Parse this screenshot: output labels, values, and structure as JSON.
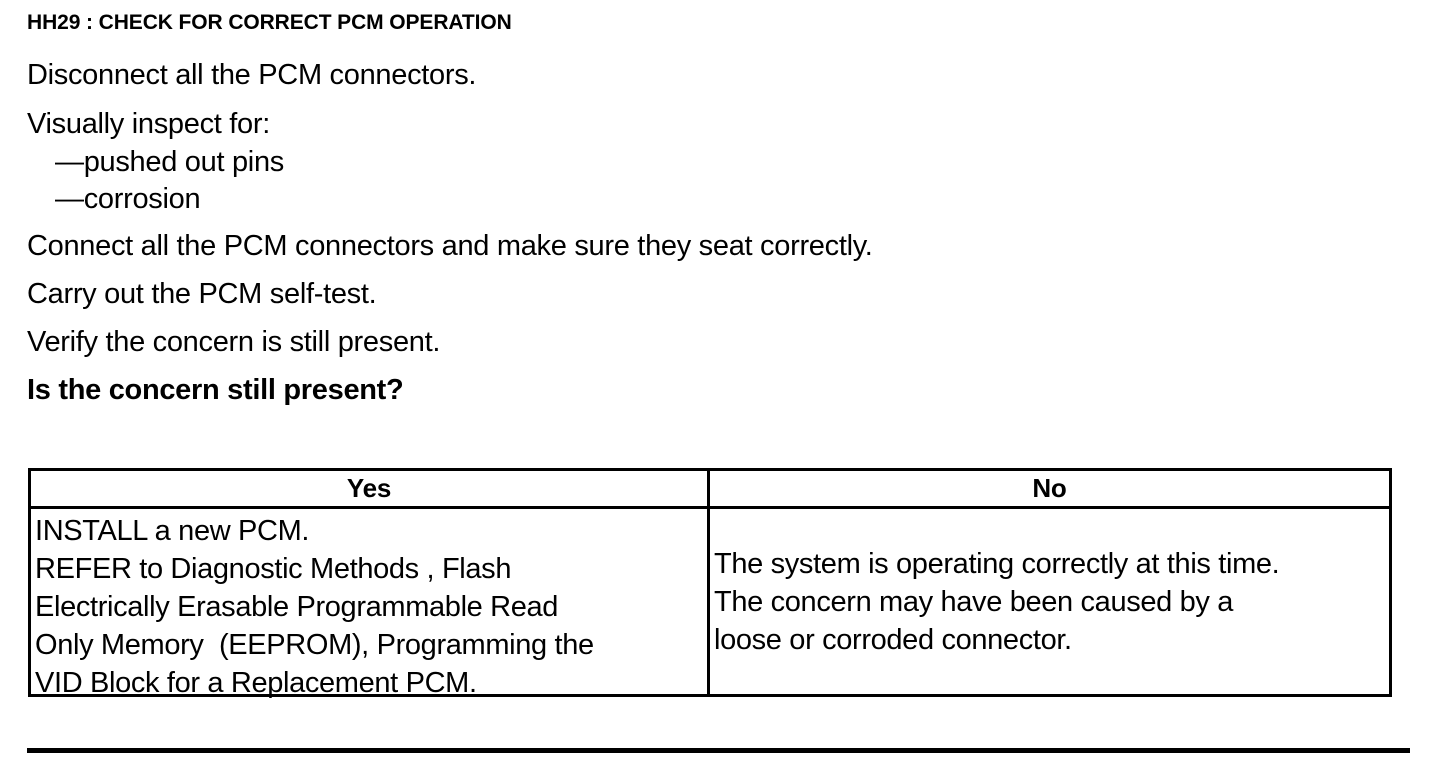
{
  "document": {
    "heading": "HH29 : CHECK FOR CORRECT PCM OPERATION",
    "steps": [
      "Disconnect all the PCM connectors.",
      "Visually inspect for:",
      "Connect all the PCM connectors and make sure they seat correctly.",
      "Carry out the PCM self-test.",
      "Verify the concern is still present."
    ],
    "bullets": [
      "—pushed out pins",
      "—corrosion"
    ],
    "question": "Is the concern still present?"
  },
  "decision_table": {
    "headers": {
      "yes": "Yes",
      "no": "No"
    },
    "yes_cell_lines": [
      "INSTALL a new PCM.",
      "REFER to Diagnostic Methods , Flash",
      "Electrically Erasable Programmable Read",
      "Only Memory  (EEPROM), Programming the",
      "VID Block for a Replacement PCM."
    ],
    "no_cell_lines": [
      "The system is operating correctly at this time.",
      "The concern may have been caused by a",
      "loose or corroded connector."
    ]
  },
  "colors": {
    "ink": "#000000",
    "paper": "#ffffff"
  }
}
